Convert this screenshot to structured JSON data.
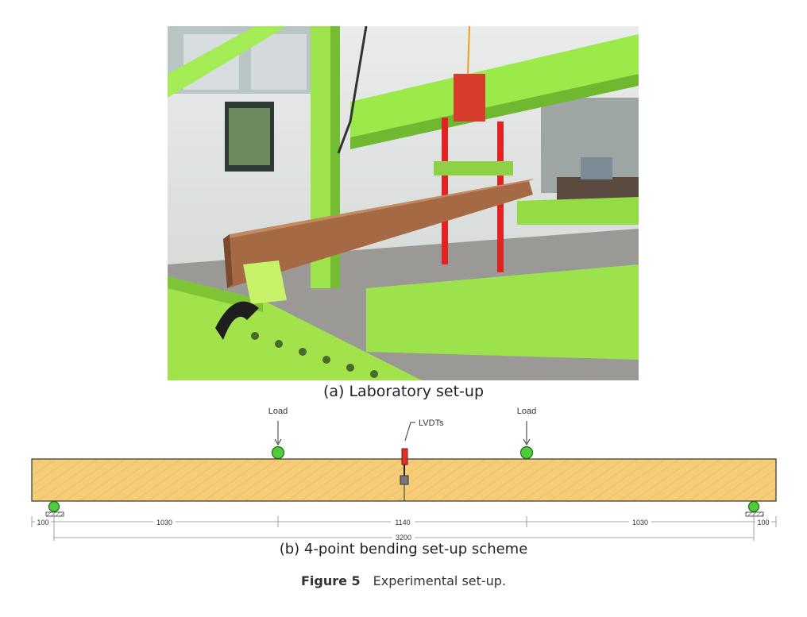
{
  "photo_panel": {
    "caption": "(a) Laboratory set-up"
  },
  "scheme_panel": {
    "caption": "(b) 4-point bending set-up scheme",
    "load_label_left": "Load",
    "load_label_right": "Load",
    "lvdt_label": "LVDTs",
    "dimensions": {
      "overhang_left": "100",
      "span_left": "1030",
      "span_middle": "1140",
      "span_right": "1030",
      "overhang_right": "100",
      "total_span": "3200"
    }
  },
  "figure_caption": {
    "label": "Figure 5",
    "text": "Experimental set-up."
  }
}
